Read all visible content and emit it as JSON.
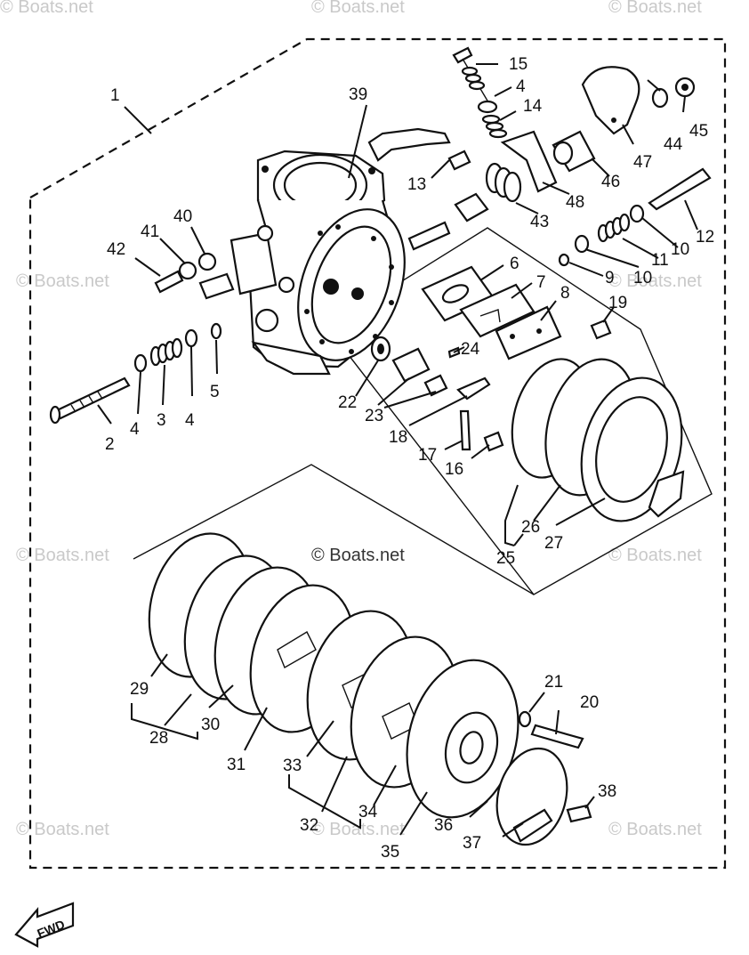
{
  "watermarks": {
    "center": "© Boats.net",
    "repeat": "© Boats.net"
  },
  "fwd_label": "FWD",
  "part_numbers": [
    "1",
    "2",
    "3",
    "4",
    "4",
    "4",
    "5",
    "6",
    "7",
    "8",
    "9",
    "10",
    "10",
    "11",
    "12",
    "13",
    "14",
    "15",
    "16",
    "17",
    "18",
    "19",
    "20",
    "21",
    "22",
    "23",
    "24",
    "25",
    "26",
    "27",
    "28",
    "29",
    "30",
    "31",
    "32",
    "33",
    "34",
    "35",
    "36",
    "37",
    "38",
    "39",
    "40",
    "41",
    "42",
    "43",
    "44",
    "45",
    "46",
    "47",
    "48"
  ]
}
